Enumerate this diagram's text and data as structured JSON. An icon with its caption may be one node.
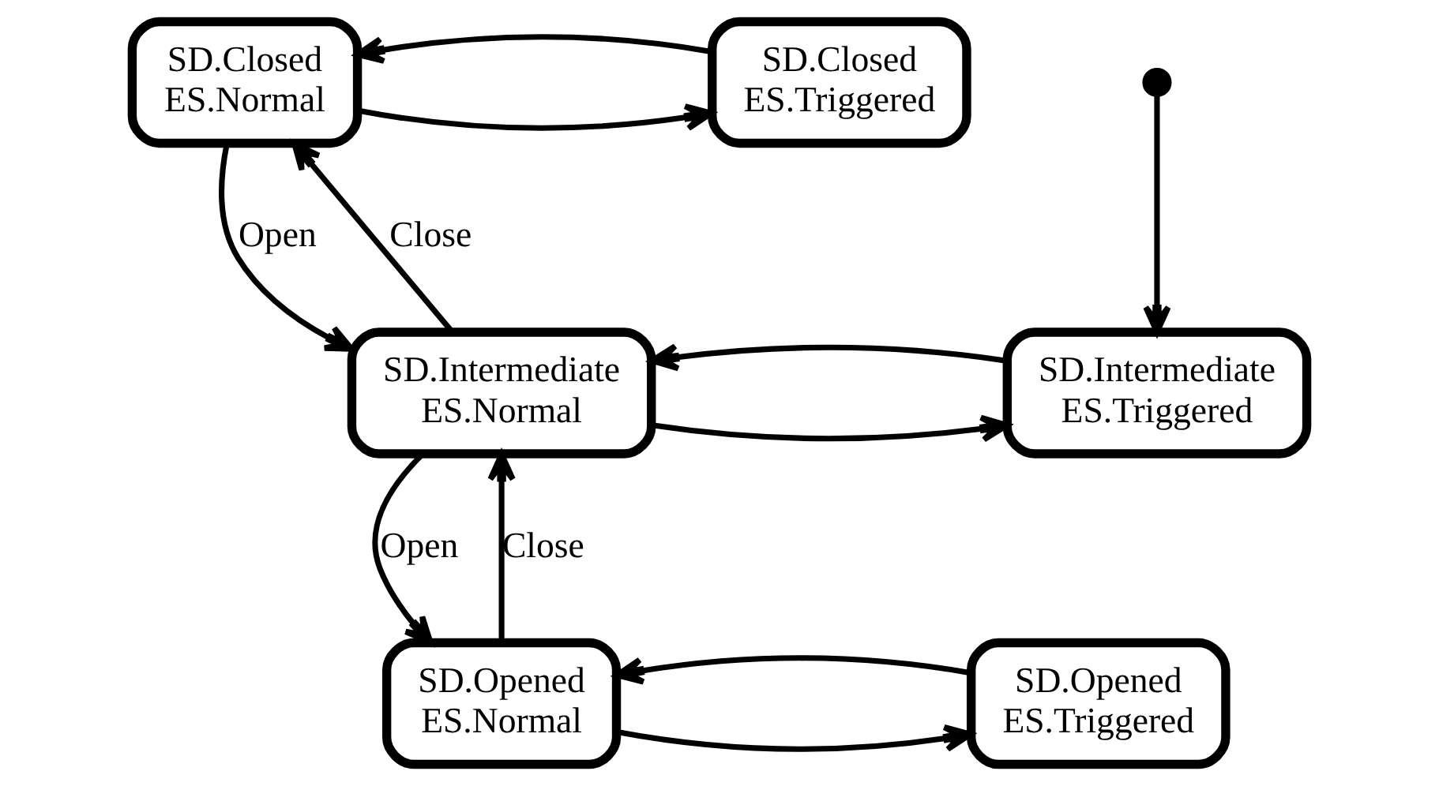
{
  "diagram": {
    "nodes": [
      {
        "text": [
          "SD.Closed ES.Normal"
        ]
      },
      {
        "text": [
          "SD.Closed ES.Triggered"
        ]
      },
      {
        "text": [],
        "shape": "circle"
      },
      {
        "text": [
          "SD.Intermediate ES.Normal"
        ]
      },
      {
        "text": [
          "SD.Intermediate ES.Triggered"
        ]
      },
      {
        "text": [
          "SD.Opened ES.Normal"
        ]
      },
      {
        "text": [
          "SD.Opened ES.Triggered"
        ]
      }
    ],
    "edges": [
      {
        "from": 0,
        "to": 1,
        "arrow": "to"
      },
      {
        "from": 1,
        "to": 0,
        "arrow": "to"
      },
      {
        "from": 3,
        "to": 0,
        "arrow": "to",
        "label": "Close"
      },
      {
        "from": 0,
        "to": 3,
        "arrow": "to",
        "label": "Open"
      },
      {
        "from": 2,
        "to": 4,
        "arrow": "to"
      },
      {
        "from": 3,
        "to": 4,
        "arrow": "to"
      },
      {
        "from": 4,
        "to": 3,
        "arrow": "to"
      },
      {
        "from": 5,
        "to": 3,
        "arrow": "to",
        "label": "Close"
      },
      {
        "from": 3,
        "to": 5,
        "arrow": "to",
        "label": "Open"
      },
      {
        "from": 5,
        "to": 6,
        "arrow": "to"
      },
      {
        "from": 6,
        "to": 5,
        "arrow": "to"
      }
    ]
  }
}
